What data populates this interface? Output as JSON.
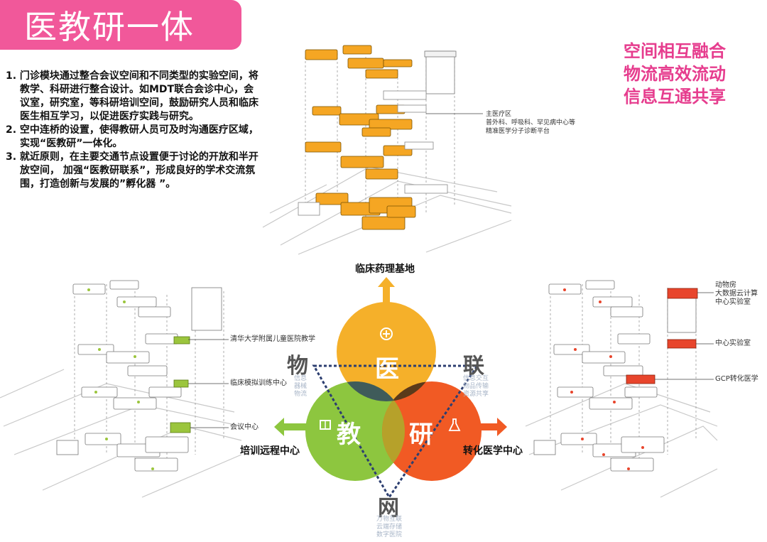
{
  "title": "医教研一体",
  "description": [
    "1. 门诊模块通过整合会议空间和不同类型的实验空间，将教学、科研进行整合设计。如MDT联合会诊中心，会议室，研究室，等科研培训空间，鼓励研究人员和临床医生相互学习，以促进医疗实践与研究。",
    "2.  空中连桥的设置，使得教研人员可及时沟通医疗区域，实现“医教研”一体化。",
    "3. 就近原则，在主要交通节点设置便于讨论的开放和半开放空间， 加强“医教研联系”，形成良好的学术交流氛围，打造创新与发展的”孵化器 ”。"
  ],
  "slogans": [
    "空间相互融合",
    "物流高效流动",
    "信息互通共享"
  ],
  "top_model": {
    "label_lines": [
      "主医疗区",
      "普外科、呼吸科、罕见病中心等",
      "精准医学分子诊断平台"
    ],
    "accent": "#f5a623"
  },
  "left_model": {
    "labels": [
      "清华大学附属儿童医院教学",
      "临床模拟训练中心",
      "会议中心"
    ],
    "accent": "#9bc53d"
  },
  "right_model": {
    "labels": [
      "动物房\n大数据云计算\n中心实验室",
      "中心实验室",
      "GCP转化医学"
    ],
    "accent": "#e8452c"
  },
  "venn": {
    "top": {
      "char": "医",
      "color": "#f5b02a"
    },
    "left": {
      "char": "教",
      "color": "#8dc63f"
    },
    "right": {
      "char": "研",
      "color": "#f15a24"
    },
    "arrow_top_label": "临床药理基地",
    "arrow_left_label": "培训远程中心",
    "arrow_right_label": "转化医学中心",
    "corner_left": {
      "char": "物",
      "sub": [
        "信息",
        "器械",
        "物流"
      ]
    },
    "corner_right": {
      "char": "联",
      "sub": [
        "信息交互",
        "物品传输",
        "资源共享"
      ]
    },
    "corner_bottom": {
      "char": "网",
      "sub": [
        "万物互联",
        "云端存储",
        "数字医院"
      ]
    }
  }
}
